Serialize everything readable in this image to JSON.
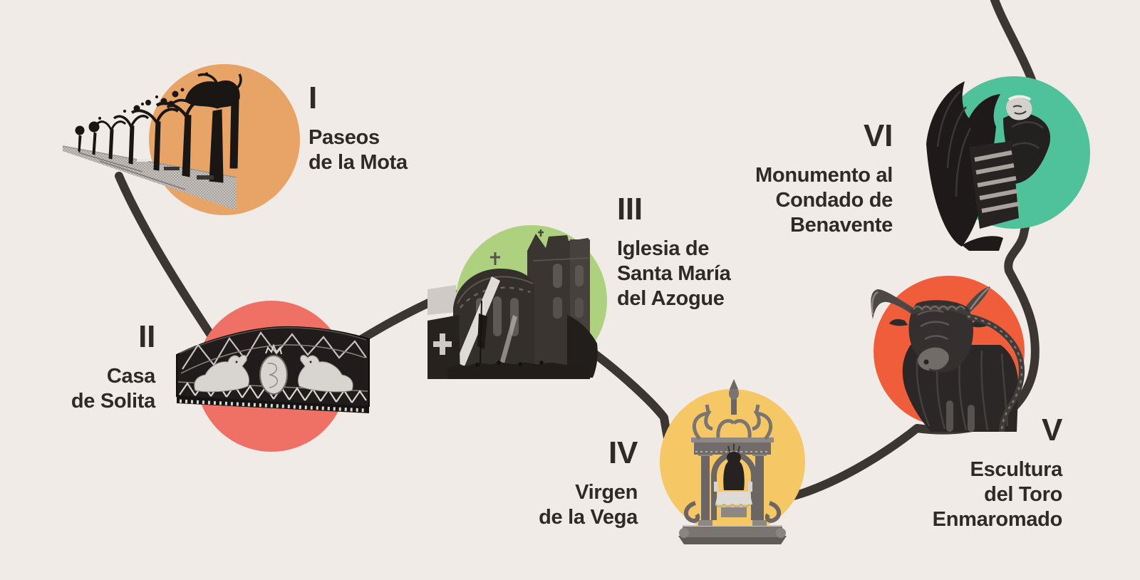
{
  "background_color": "#f1ebe7",
  "text_color": "#2e2a28",
  "route": {
    "color": "#3c3632"
  },
  "stops": [
    {
      "numeral": "I",
      "name": "Paseos de la Mota",
      "name_lines": [
        "Paseos",
        "de la Mota"
      ],
      "circle_color": "#e8a466",
      "image": "tree-lined-promenade"
    },
    {
      "numeral": "II",
      "name": "Casa de Solita",
      "name_lines": [
        "Casa",
        "de Solita"
      ],
      "circle_color": "#ef7165",
      "image": "ornate-gate-pediment-with-lions"
    },
    {
      "numeral": "III",
      "name": "Iglesia de Santa María del Azogue",
      "name_lines": [
        "Iglesia de",
        "Santa María",
        "del Azogue"
      ],
      "circle_color": "#aed17f",
      "image": "church-at-night"
    },
    {
      "numeral": "IV",
      "name": "Virgen de la Vega",
      "name_lines": [
        "Virgen",
        "de la Vega"
      ],
      "circle_color": "#f5c765",
      "image": "silver-shrine-of-the-virgin"
    },
    {
      "numeral": "V",
      "name": "Escultura del Toro Enmaromado",
      "name_lines": [
        "Escultura",
        "del Toro",
        "Enmaromado"
      ],
      "circle_color": "#ef5d3a",
      "image": "roped-bull-sculpture"
    },
    {
      "numeral": "VI",
      "name": "Monumento al Condado de Benavente",
      "name_lines": [
        "Monumento al",
        "Condado de",
        "Benavente"
      ],
      "circle_color": "#4fc29c",
      "image": "winged-monument"
    }
  ]
}
